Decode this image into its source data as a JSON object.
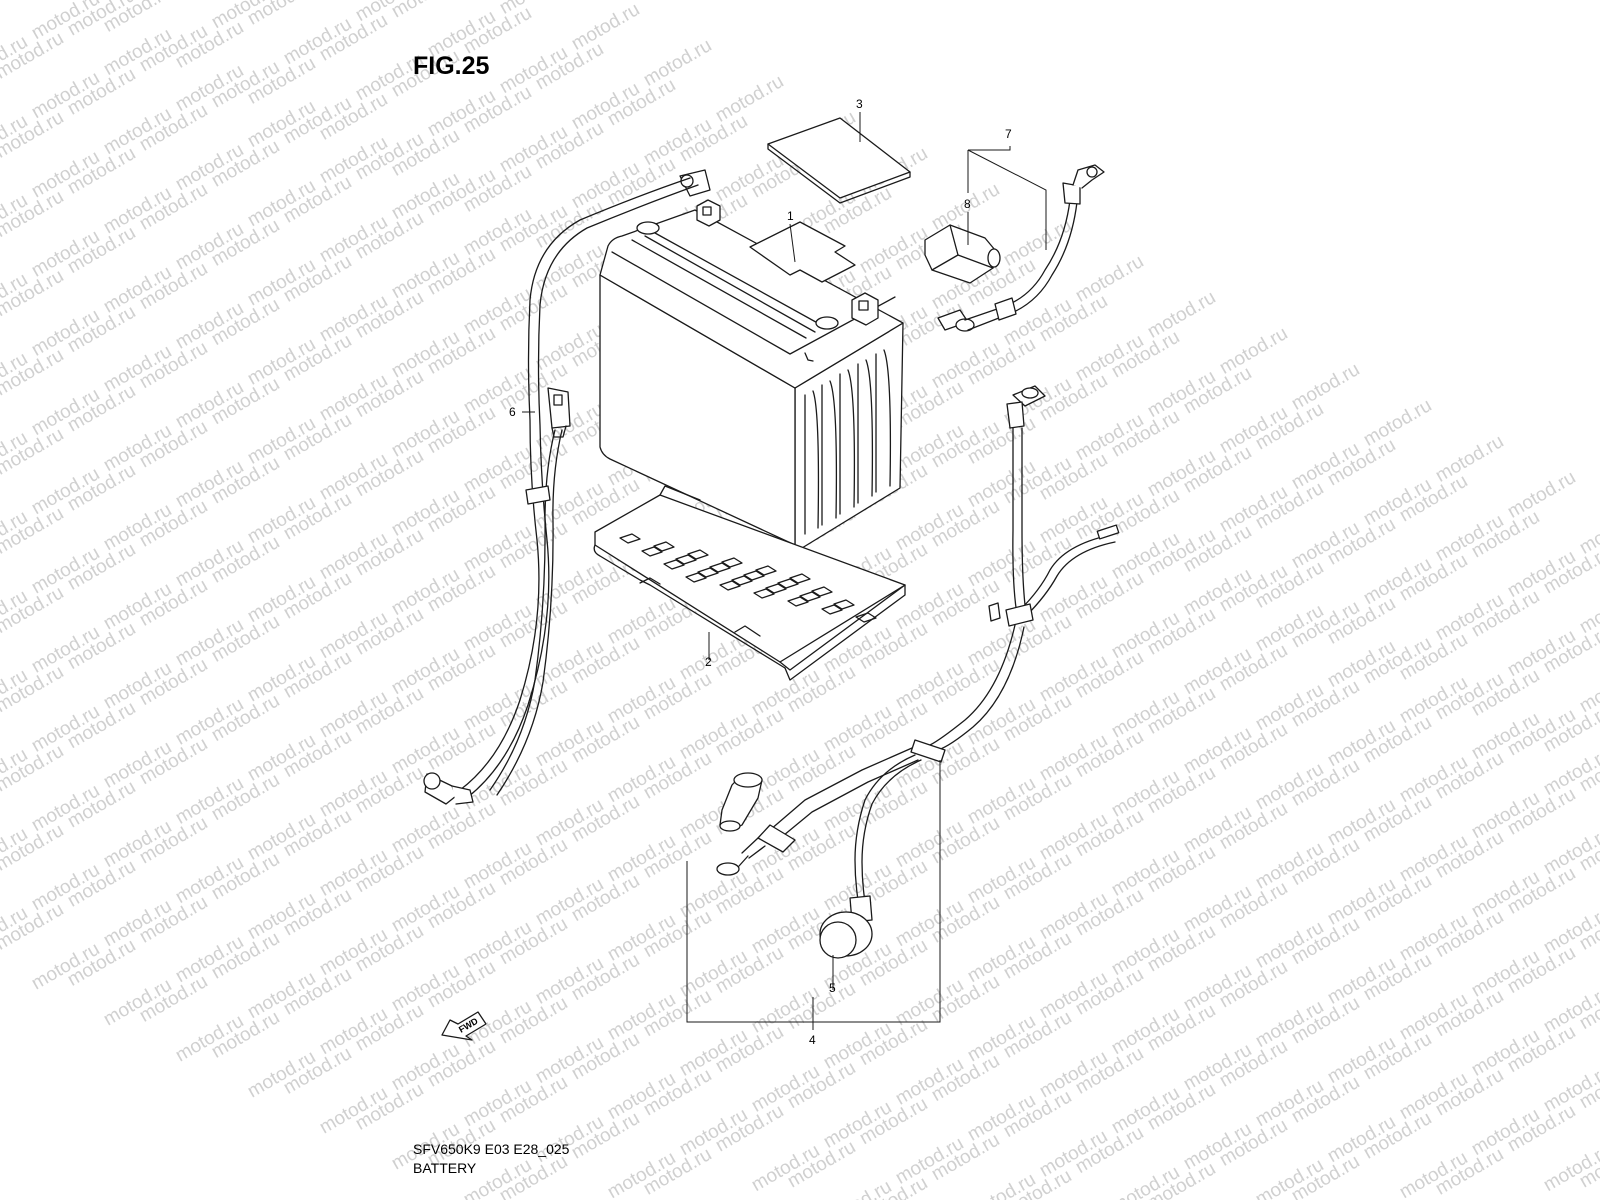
{
  "figure": {
    "title": "FIG.25",
    "model_code": "SFV650K9 E03 E28_025",
    "name": "BATTERY"
  },
  "watermark": "motod.ru",
  "fwd_arrow_label": "FWD",
  "callouts": [
    {
      "ref": "1",
      "part": "battery"
    },
    {
      "ref": "2",
      "part": "battery-tray"
    },
    {
      "ref": "3",
      "part": "battery-pad"
    },
    {
      "ref": "4",
      "part": "starter-cable-set"
    },
    {
      "ref": "5",
      "part": "terminal-cap"
    },
    {
      "ref": "6",
      "part": "negative-cable"
    },
    {
      "ref": "7",
      "part": "positive-cable"
    },
    {
      "ref": "8",
      "part": "positive-terminal-cover"
    }
  ]
}
